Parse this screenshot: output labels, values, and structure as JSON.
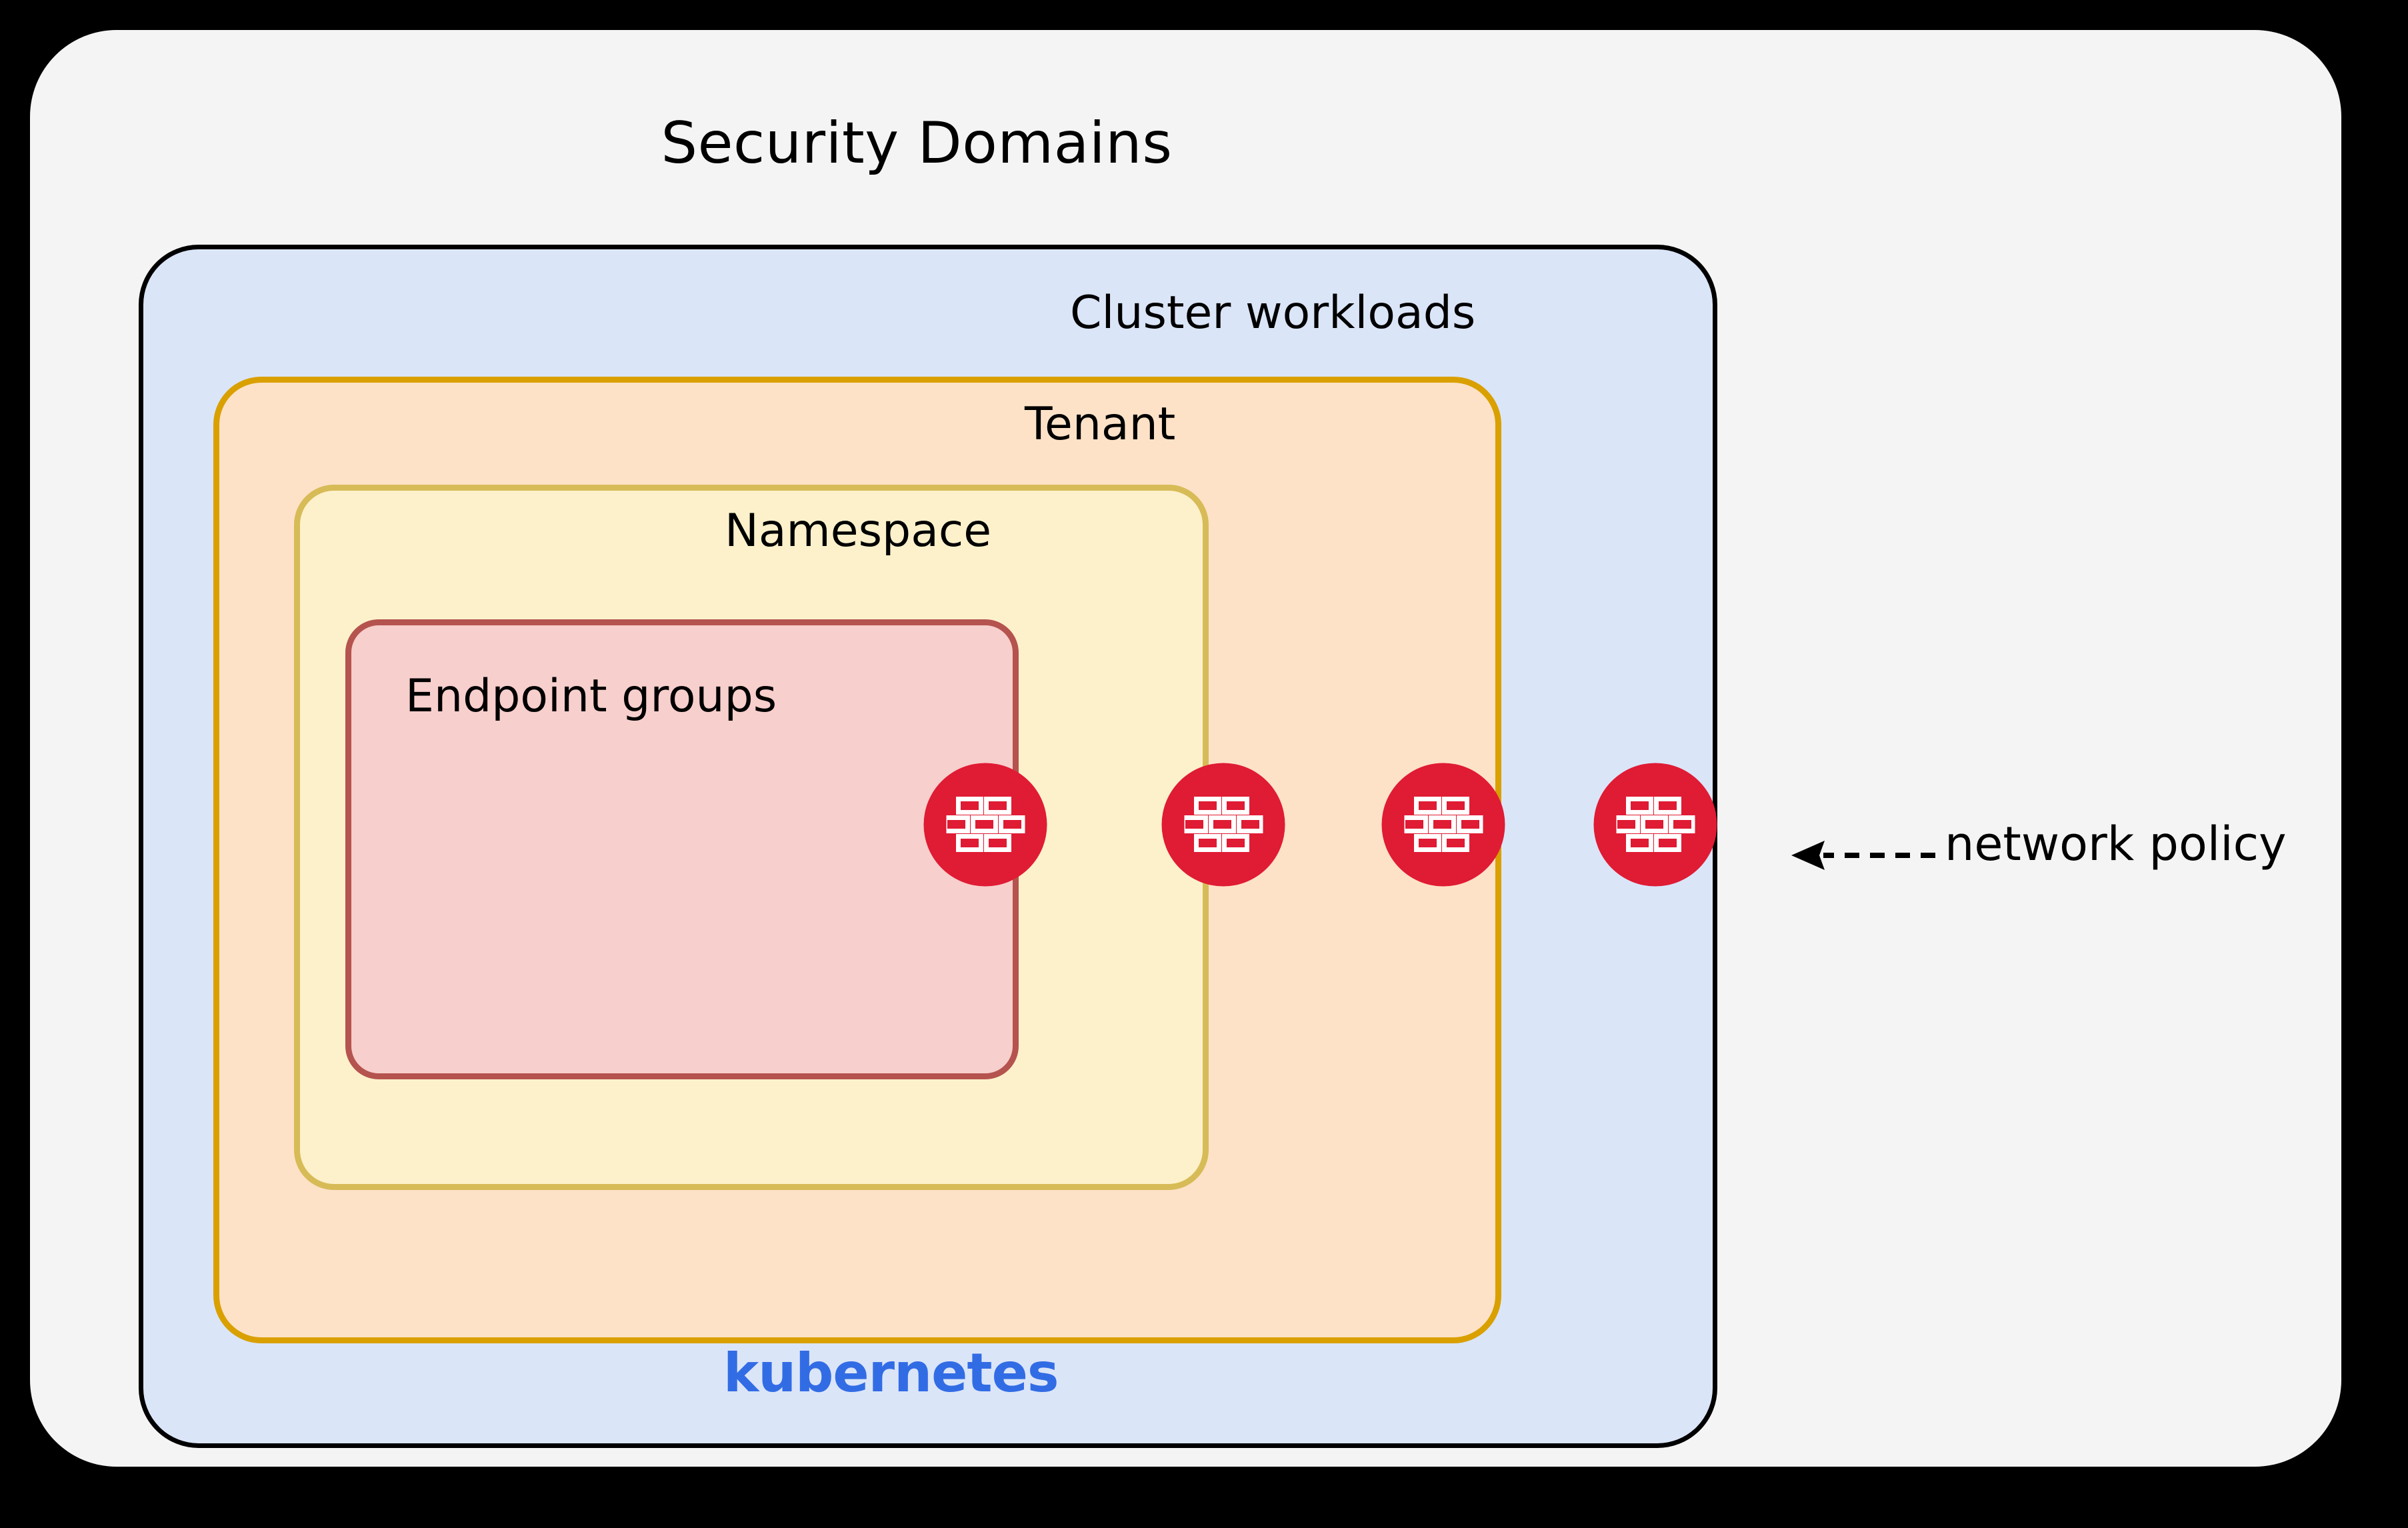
{
  "diagram": {
    "title": "Security Domains",
    "background_color": "#F4F4F4",
    "frame_color": "#000000"
  },
  "layers": {
    "cluster": {
      "label": "Cluster workloads",
      "brand_label": "kubernetes",
      "brand_color": "#326CE5",
      "fill": "#DBE5F8",
      "border": "#000000"
    },
    "tenant": {
      "label": "Tenant",
      "fill": "#FDE2C8",
      "border": "#D9A000"
    },
    "namespace": {
      "label": "Namespace",
      "fill": "#FDF1CB",
      "border": "#D7BB57"
    },
    "endpoint_groups": {
      "label": "Endpoint groups",
      "fill": "#F7CFCC",
      "border": "#B5534F"
    }
  },
  "annotation": {
    "label": "network policy",
    "arrow_style": "dashed-left"
  },
  "firewall_icons": [
    {
      "name": "firewall-icon-endpoint-groups",
      "color": "#E01B34"
    },
    {
      "name": "firewall-icon-namespace",
      "color": "#E01B34"
    },
    {
      "name": "firewall-icon-tenant",
      "color": "#E01B34"
    },
    {
      "name": "firewall-icon-cluster",
      "color": "#E01B34"
    }
  ]
}
